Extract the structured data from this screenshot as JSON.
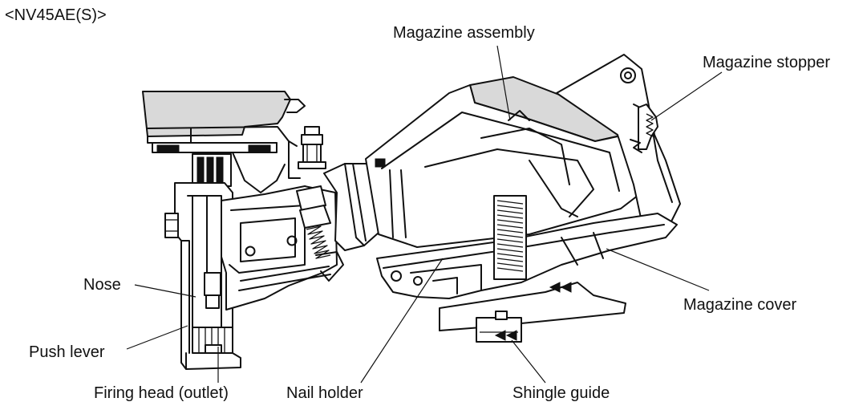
{
  "model": "<NV45AE(S)>",
  "labels": {
    "magazine_assembly": "Magazine assembly",
    "magazine_stopper": "Magazine stopper",
    "nose": "Nose",
    "push_lever": "Push lever",
    "magazine_cover": "Magazine cover",
    "firing_head": "Firing head (outlet)",
    "nail_holder": "Nail holder",
    "shingle_guide": "Shingle guide"
  }
}
